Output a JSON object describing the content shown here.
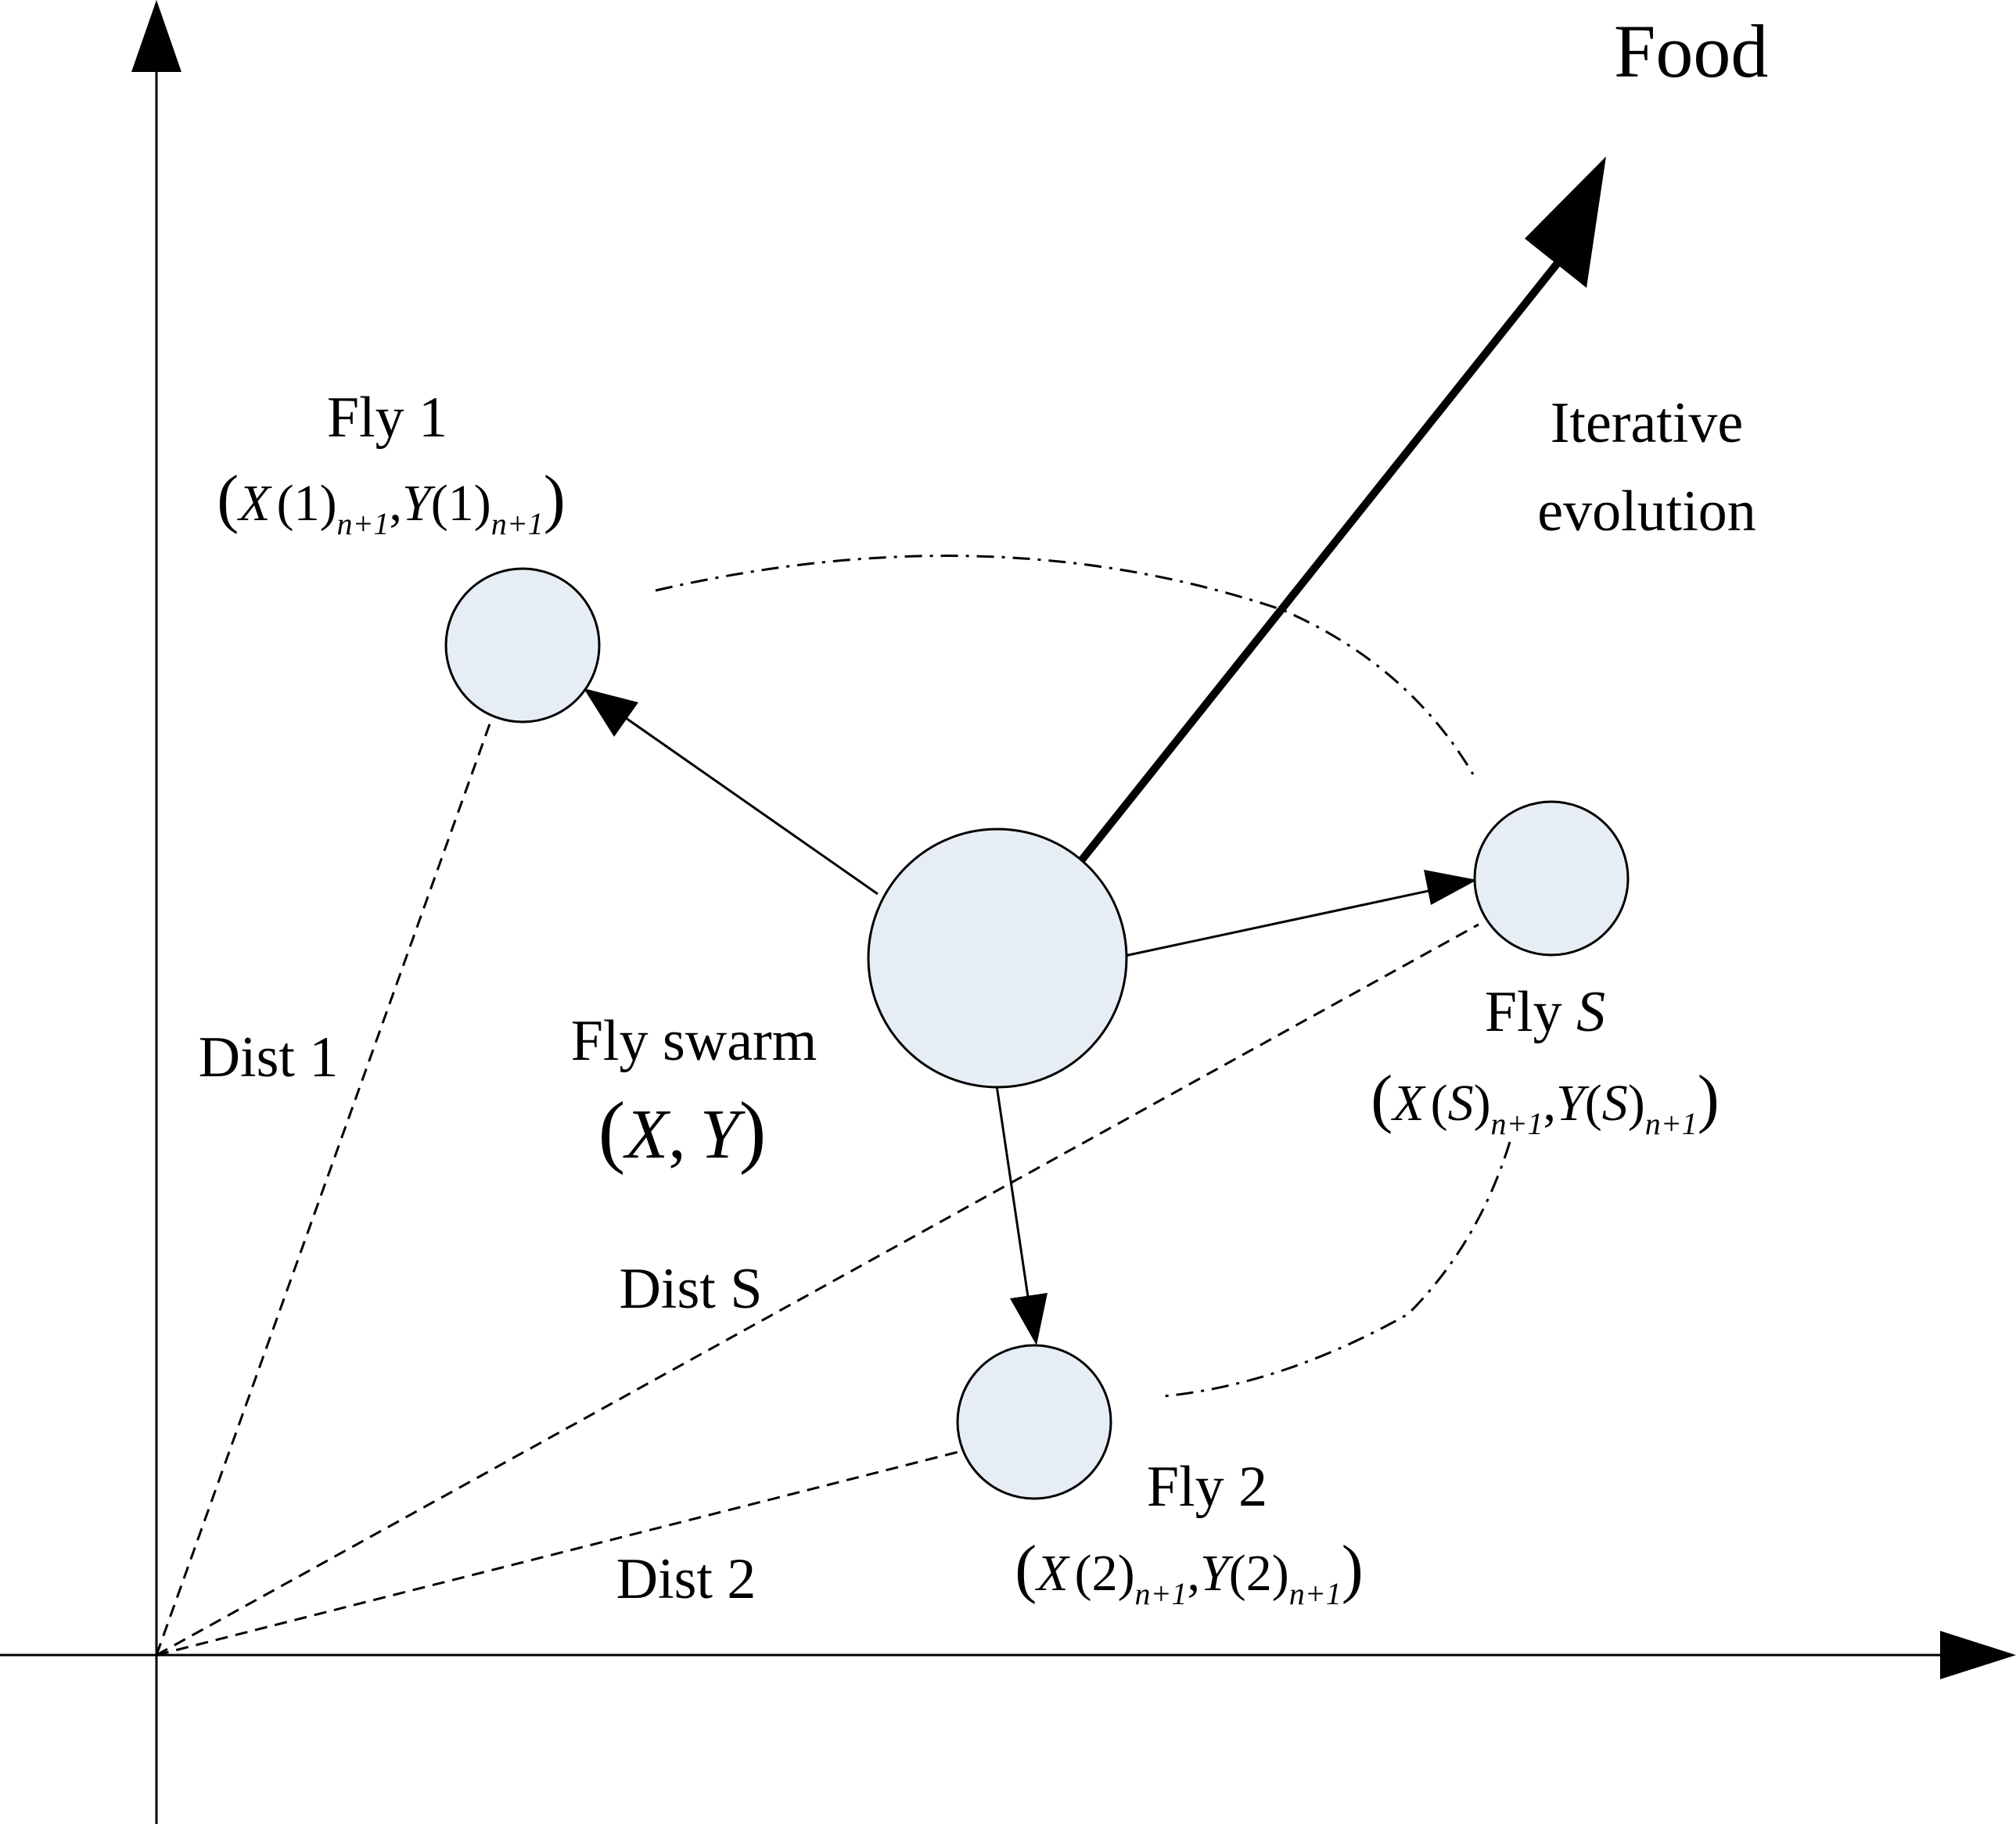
{
  "colors": {
    "node_fill": "#e6edf5",
    "stroke": "#000000",
    "background": "#ffffff"
  },
  "labels": {
    "food": "Food",
    "iterative": "Iterative",
    "evolution": "evolution",
    "fly1": "Fly 1",
    "fly2": "Fly 2",
    "flyS_prefix": "Fly",
    "flyS_var": "S",
    "swarm": "Fly swarm",
    "dist1": "Dist 1",
    "dist2": "Dist 2",
    "distS": "Dist S"
  },
  "coords": {
    "swarm": {
      "x": "X",
      "comma": ",",
      "y": "Y"
    },
    "fly1": {
      "x": "X",
      "y": "Y",
      "index": "1",
      "sub": "n+1"
    },
    "fly2": {
      "x": "X",
      "y": "Y",
      "index": "2",
      "sub": "n+1"
    },
    "flyS": {
      "x": "X",
      "y": "Y",
      "index": "S",
      "sub": "n+1"
    }
  }
}
